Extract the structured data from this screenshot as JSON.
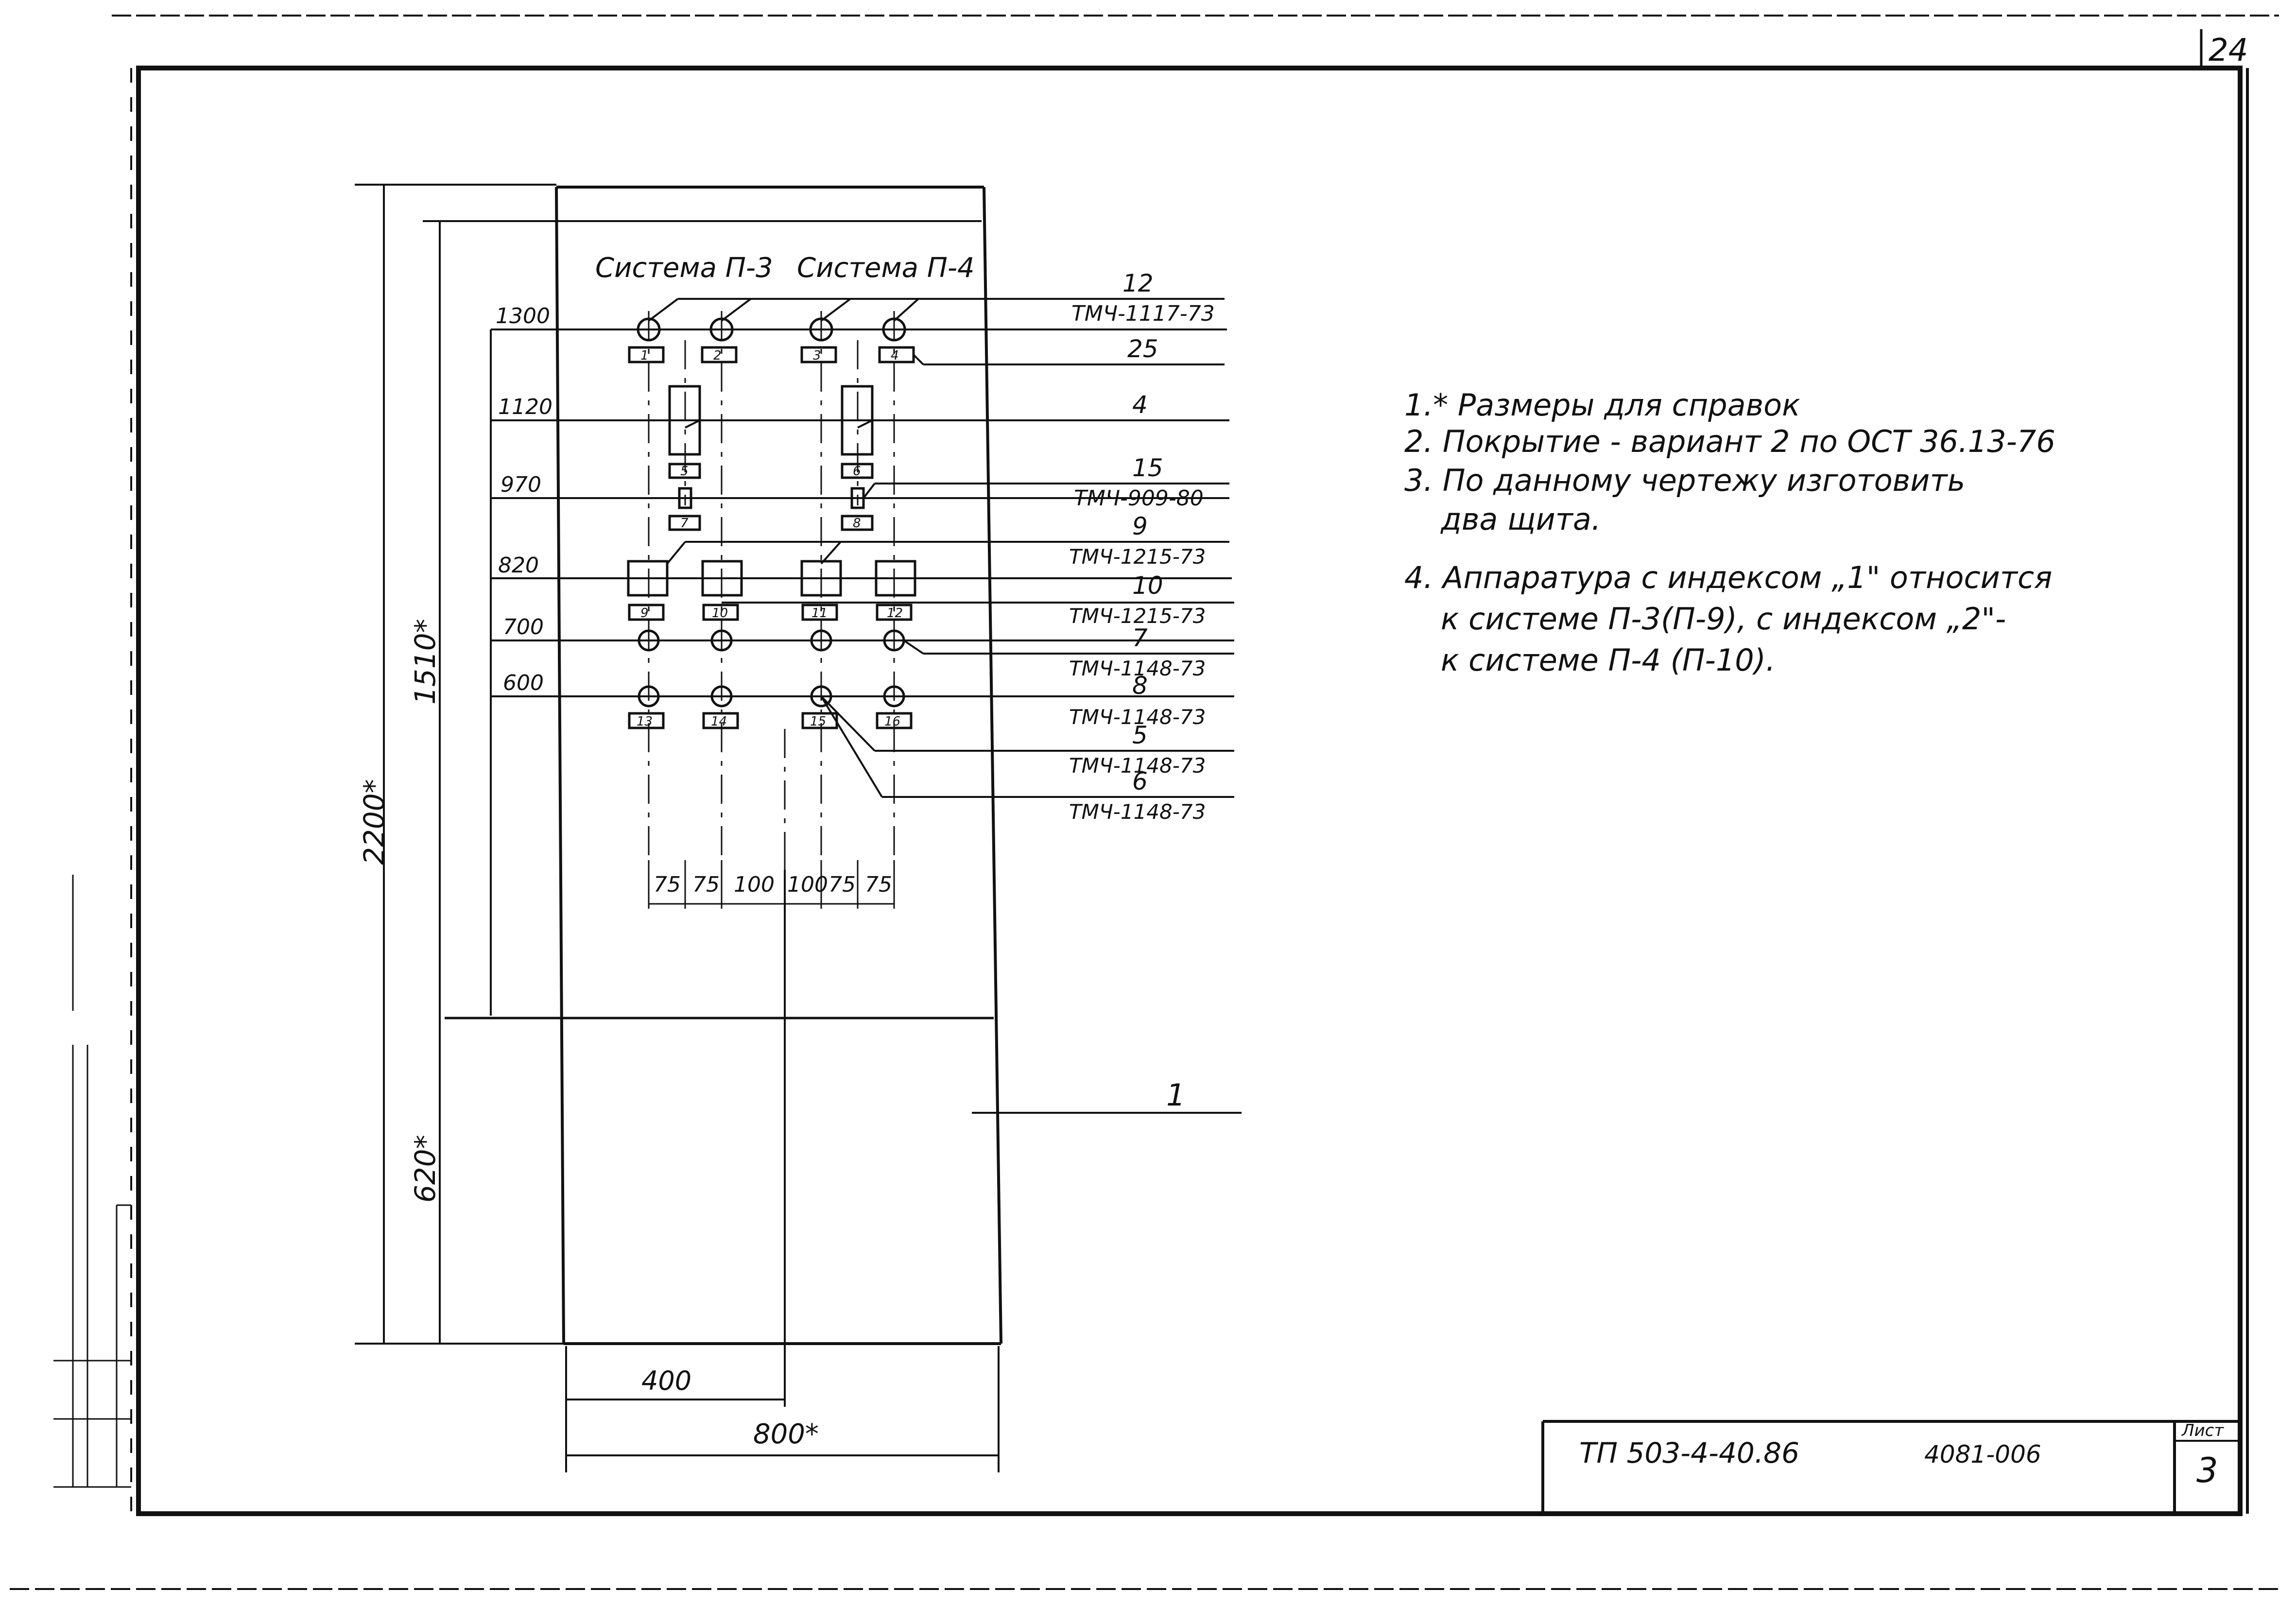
{
  "sheet": {
    "corner_number": "24",
    "sheet_label": "Лист",
    "sheet_number": "3"
  },
  "title_block": {
    "doc_code": "ТП 503-4-40.86",
    "album_code": "4081-006"
  },
  "panel": {
    "system_left": "Система П-3",
    "system_right": "Система П-4",
    "part_lower": "1"
  },
  "heights": [
    "1300",
    "1120",
    "970",
    "820",
    "700",
    "600"
  ],
  "spacings": [
    "75",
    "75",
    "100",
    "100",
    "75",
    "75"
  ],
  "dimensions": {
    "total_height": "2200*",
    "upper_height": "1510*",
    "lower_height": "620*",
    "half_width": "400",
    "total_width": "800*"
  },
  "item_labels": [
    "1",
    "2",
    "3",
    "4",
    "5",
    "6",
    "7",
    "8",
    "9",
    "10",
    "11",
    "12",
    "13",
    "14",
    "15",
    "16"
  ],
  "callouts": [
    {
      "pos": "12",
      "ref": "ТМЧ-1117-73"
    },
    {
      "pos": "25",
      "ref": ""
    },
    {
      "pos": "4",
      "ref": ""
    },
    {
      "pos": "15",
      "ref": "ТМЧ-909-80"
    },
    {
      "pos": "9",
      "ref": "ТМЧ-1215-73"
    },
    {
      "pos": "10",
      "ref": "ТМЧ-1215-73"
    },
    {
      "pos": "7",
      "ref": "ТМЧ-1148-73"
    },
    {
      "pos": "8",
      "ref": "ТМЧ-1148-73"
    },
    {
      "pos": "5",
      "ref": "ТМЧ-1148-73"
    },
    {
      "pos": "6",
      "ref": "ТМЧ-1148-73"
    }
  ],
  "notes": [
    "1.* Размеры для справок",
    "2. Покрытие - вариант 2 по ОСТ 36.13-76",
    "3. По данному чертежу изготовить",
    "два щита.",
    "4. Аппаратура с индексом „1\" относится",
    "к системе П-3(П-9), с индексом „2\"-",
    "к системе П-4 (П-10)."
  ]
}
